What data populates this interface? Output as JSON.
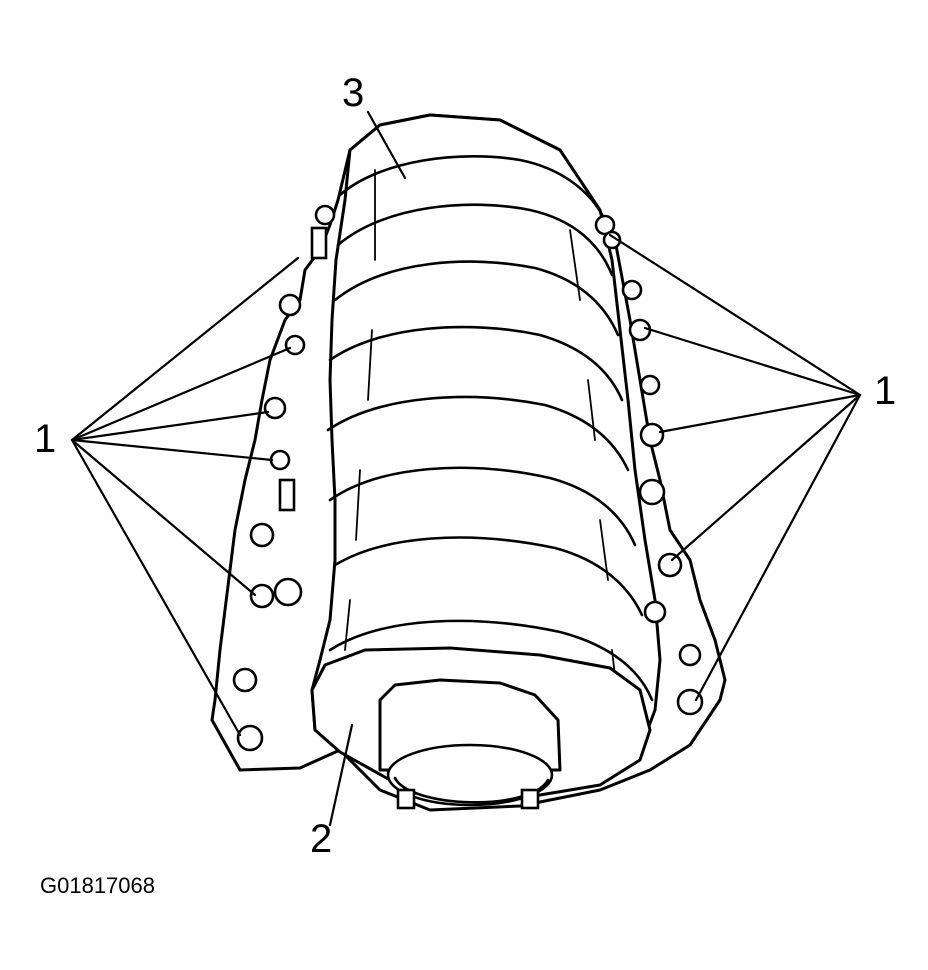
{
  "figure": {
    "callouts": {
      "bolts_left": "1",
      "bolts_right": "1",
      "cover": "2",
      "manifold": "3"
    },
    "figure_id": "G01817068"
  }
}
